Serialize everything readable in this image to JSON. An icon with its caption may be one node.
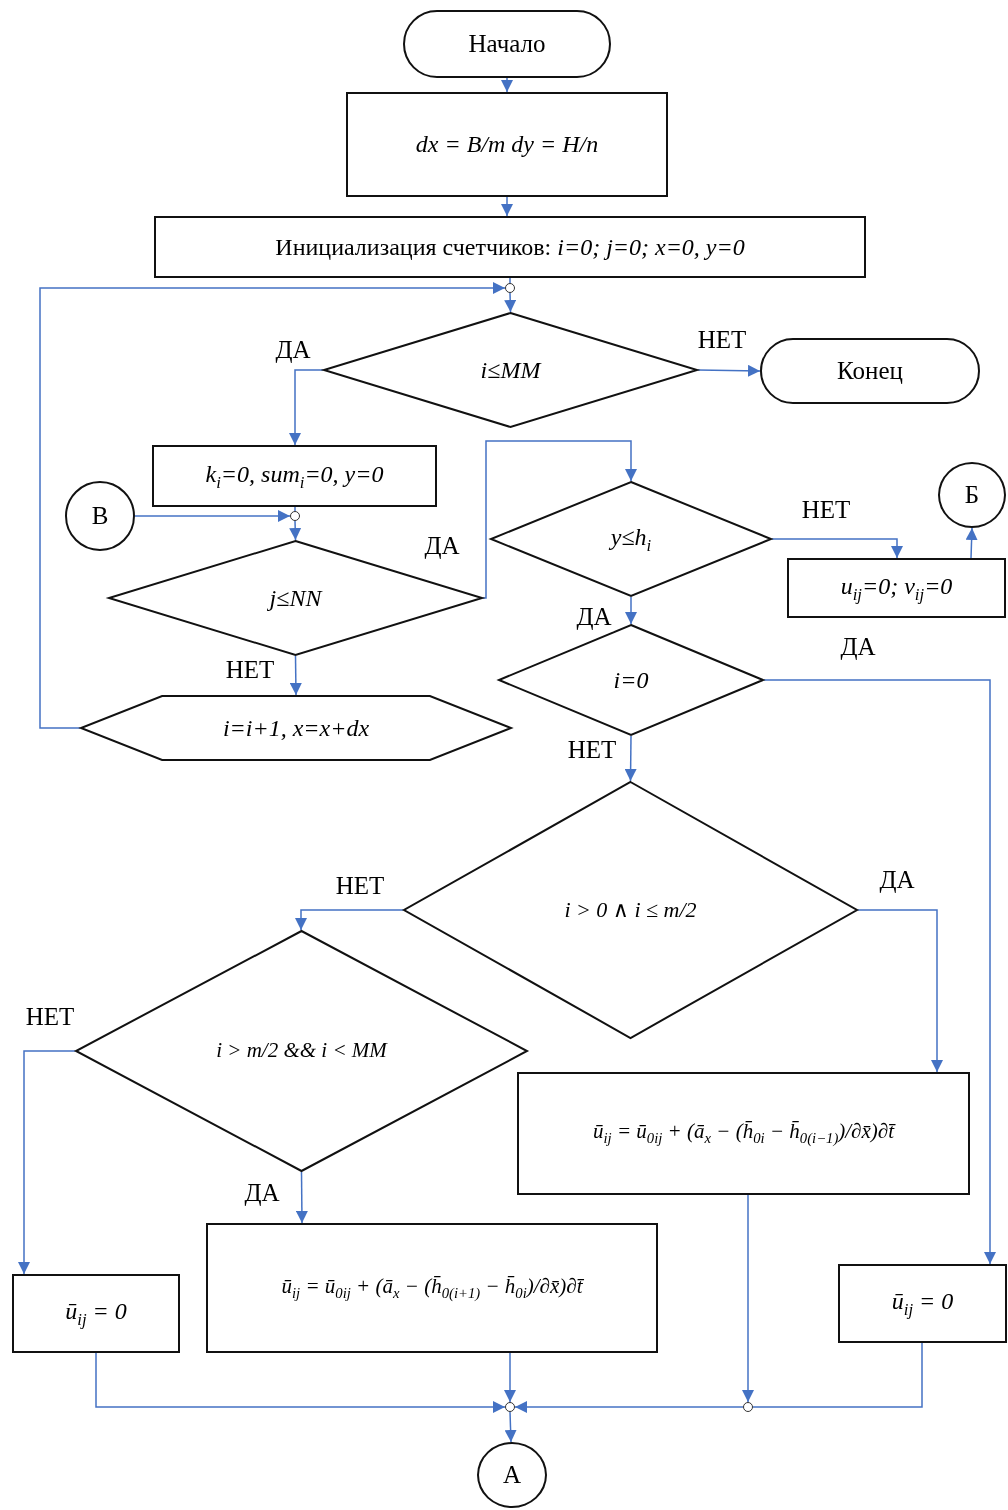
{
  "diagram": {
    "nodes": [
      {
        "text": [
          "Начало"
        ]
      },
      {
        "text": [
          "dx = B/m   dy = H/n"
        ]
      },
      {
        "text": [
          "Инициализация счетчиков: *i=0; j=0; x=0, y=0*"
        ]
      },
      {
        "text": [],
        "shape": "circle"
      },
      {
        "text": [
          "i≤MM"
        ]
      },
      {
        "text": [
          "Конец"
        ]
      },
      {
        "text": [
          "k$_{i}$=0, sum$_{i}$=0, y=0"
        ]
      },
      {
        "text": [
          "В"
        ]
      },
      {
        "text": [],
        "shape": "circle"
      },
      {
        "text": [
          "j≤NN"
        ]
      },
      {
        "text": [
          "i=i+1, x=x+dx"
        ]
      },
      {
        "text": [
          "y≤h$_{i}$"
        ]
      },
      {
        "text": [
          "u$_{ij}$=0; v$_{ij}$=0"
        ]
      },
      {
        "text": [
          "Б"
        ]
      },
      {
        "text": [
          "i=0"
        ]
      },
      {
        "text": [
          "i > 0 ∧ i ≤ m/2"
        ]
      },
      {
        "text": [
          "i > m/2 && i < MM"
        ]
      },
      {
        "text": [
          "ū$_{ij}$ = 0"
        ]
      },
      {
        "text": [
          "ū$_{ij}$ = ū$_{0ij}$ + (ā$_{x}$ − (h̄$_{0(i+1)}$ − h̄$_{0i}$)/∂x̄)∂t̄"
        ]
      },
      {
        "text": [
          "ū$_{ij}$ = ū$_{0ij}$ + (ā$_{x}$ − (h̄$_{0i}$ − h̄$_{0(i−1)}$)/∂x̄)∂t̄"
        ]
      },
      {
        "text": [
          "ū$_{ij}$ = 0"
        ]
      },
      {
        "text": [],
        "shape": "circle"
      },
      {
        "text": [],
        "shape": "circle"
      },
      {
        "text": [
          "А"
        ]
      }
    ],
    "edges": [
      {
        "from": 0,
        "to": 1,
        "arrow": "to"
      },
      {
        "from": 1,
        "to": 2,
        "arrow": "to"
      },
      {
        "from": 2,
        "to": 3,
        "arrow": "none"
      },
      {
        "from": 3,
        "to": 4,
        "arrow": "to"
      },
      {
        "from": 10,
        "to": 3,
        "arrow": "to"
      },
      {
        "from": 4,
        "to": 5,
        "arrow": "to",
        "label": "НЕТ"
      },
      {
        "from": 4,
        "to": 6,
        "arrow": "to",
        "label": "ДА"
      },
      {
        "from": 6,
        "to": 8,
        "arrow": "none"
      },
      {
        "from": 7,
        "to": 8,
        "arrow": "to"
      },
      {
        "from": 8,
        "to": 9,
        "arrow": "to"
      },
      {
        "from": 9,
        "to": 11,
        "arrow": "to",
        "label": "ДА"
      },
      {
        "from": 9,
        "to": 10,
        "arrow": "to",
        "label": "НЕТ"
      },
      {
        "from": 11,
        "to": 12,
        "arrow": "to",
        "label": "НЕТ"
      },
      {
        "from": 12,
        "to": 13,
        "arrow": "to"
      },
      {
        "from": 11,
        "to": 14,
        "arrow": "to",
        "label": "ДА"
      },
      {
        "from": 14,
        "to": 20,
        "arrow": "to",
        "label": "ДА"
      },
      {
        "from": 14,
        "to": 15,
        "arrow": "to",
        "label": "НЕТ"
      },
      {
        "from": 15,
        "to": 16,
        "arrow": "to",
        "label": "НЕТ"
      },
      {
        "from": 15,
        "to": 19,
        "arrow": "to",
        "label": "ДА"
      },
      {
        "from": 16,
        "to": 17,
        "arrow": "to",
        "label": "НЕТ"
      },
      {
        "from": 16,
        "to": 18,
        "arrow": "to",
        "label": "ДА"
      },
      {
        "from": 17,
        "to": 21,
        "arrow": "to"
      },
      {
        "from": 18,
        "to": 21,
        "arrow": "to"
      },
      {
        "from": 19,
        "to": 22,
        "arrow": "to"
      },
      {
        "from": 20,
        "to": 22,
        "arrow": "none"
      },
      {
        "from": 22,
        "to": 21,
        "arrow": "to"
      },
      {
        "from": 21,
        "to": 23,
        "arrow": "to"
      }
    ]
  }
}
